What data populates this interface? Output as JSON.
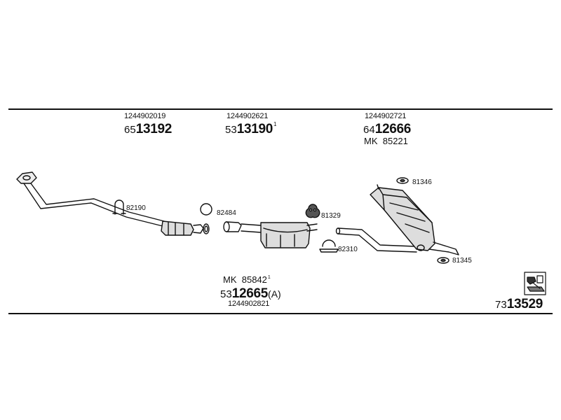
{
  "groups": {
    "front_pipe": {
      "oe": "1244902019",
      "pn_prefix": "65",
      "pn_main": "13192",
      "pn_sup": ""
    },
    "middle_pipe": {
      "oe": "1244902621",
      "pn_prefix": "53",
      "pn_main": "13190",
      "pn_sup": "1"
    },
    "rear_muffler": {
      "oe": "1244902721",
      "pn_prefix": "64",
      "pn_main": "12666",
      "pn_sup": "",
      "mk_prefix": "MK",
      "mk_num": "85221",
      "mk_sup": ""
    },
    "middle_muffler": {
      "oe": "1244902821",
      "pn_prefix": "53",
      "pn_main": "12665",
      "pn_suffix": "(A)",
      "mk_prefix": "MK",
      "mk_num": "85842",
      "mk_sup": "1"
    }
  },
  "parts": {
    "p82190": "82190",
    "p82484": "82484",
    "p81329": "81329",
    "p82310": "82310",
    "p81346_top": "81346",
    "p81345": "81345"
  },
  "catalog": {
    "prefix": "73",
    "main": "13529"
  },
  "colors": {
    "line": "#111111",
    "background": "#ffffff"
  }
}
